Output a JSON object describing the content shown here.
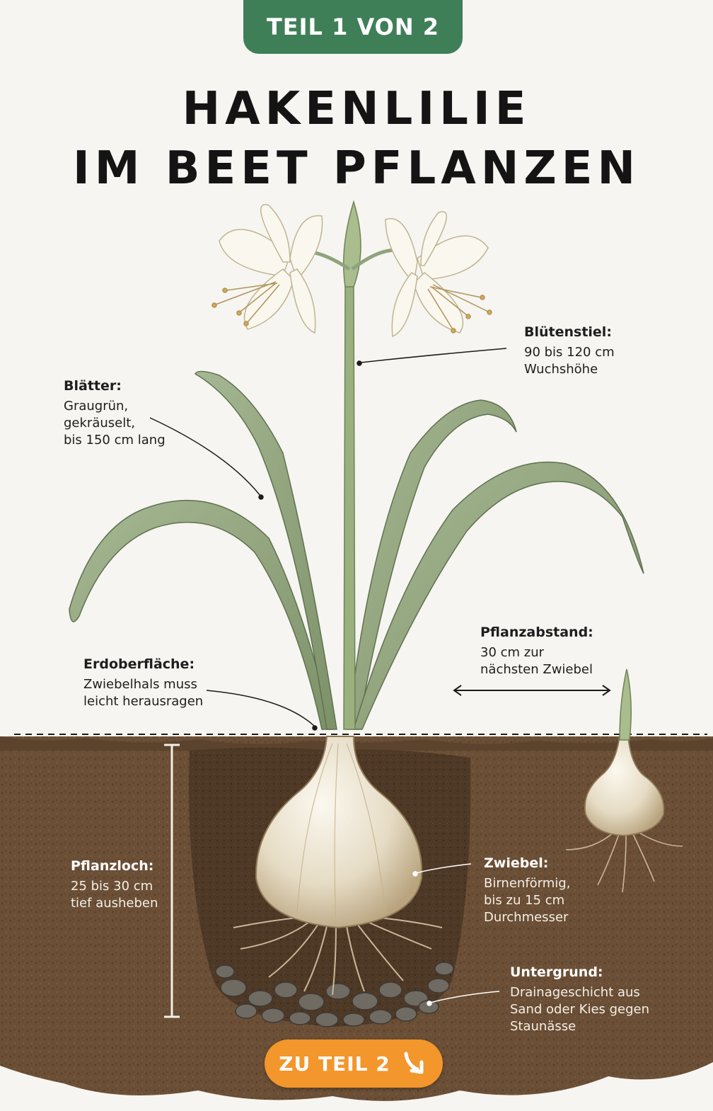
{
  "badge": "TEIL 1 VON 2",
  "title": {
    "line1": "HAKENLILIE",
    "line2": "IM BEET PFLANZEN"
  },
  "labels": {
    "bluetenstiel": {
      "heading": "Blütenstiel:",
      "text": "90 bis 120 cm\nWuchshöhe"
    },
    "blaetter": {
      "heading": "Blätter:",
      "text": "Graugrün,\ngekräuselt,\nbis 150 cm lang"
    },
    "pflanzabstand": {
      "heading": "Pflanzabstand:",
      "text": "30 cm zur\nnächsten Zwiebel"
    },
    "erdoberflaeche": {
      "heading": "Erdoberfläche:",
      "text": "Zwiebelhals muss\nleicht herausragen"
    },
    "pflanzloch": {
      "heading": "Pflanzloch:",
      "text": "25 bis 30 cm\ntief ausheben"
    },
    "zwiebel": {
      "heading": "Zwiebel:",
      "text": "Birnenförmig,\nbis zu 15 cm\nDurchmesser"
    },
    "untergrund": {
      "heading": "Untergrund:",
      "text": "Drainageschicht aus\nSand oder Kies gegen\nStaunässe"
    }
  },
  "cta": {
    "label": "ZU TEIL 2",
    "icon": "arrow-down-right-icon"
  },
  "colors": {
    "badge": "#3f7f58",
    "cta": "#f3962b",
    "soil": "#6b4f36",
    "soil_dark": "#4a3523",
    "leaf": "#8fa37c",
    "bulb": "#ece4d2",
    "background": "#f6f5f1"
  }
}
